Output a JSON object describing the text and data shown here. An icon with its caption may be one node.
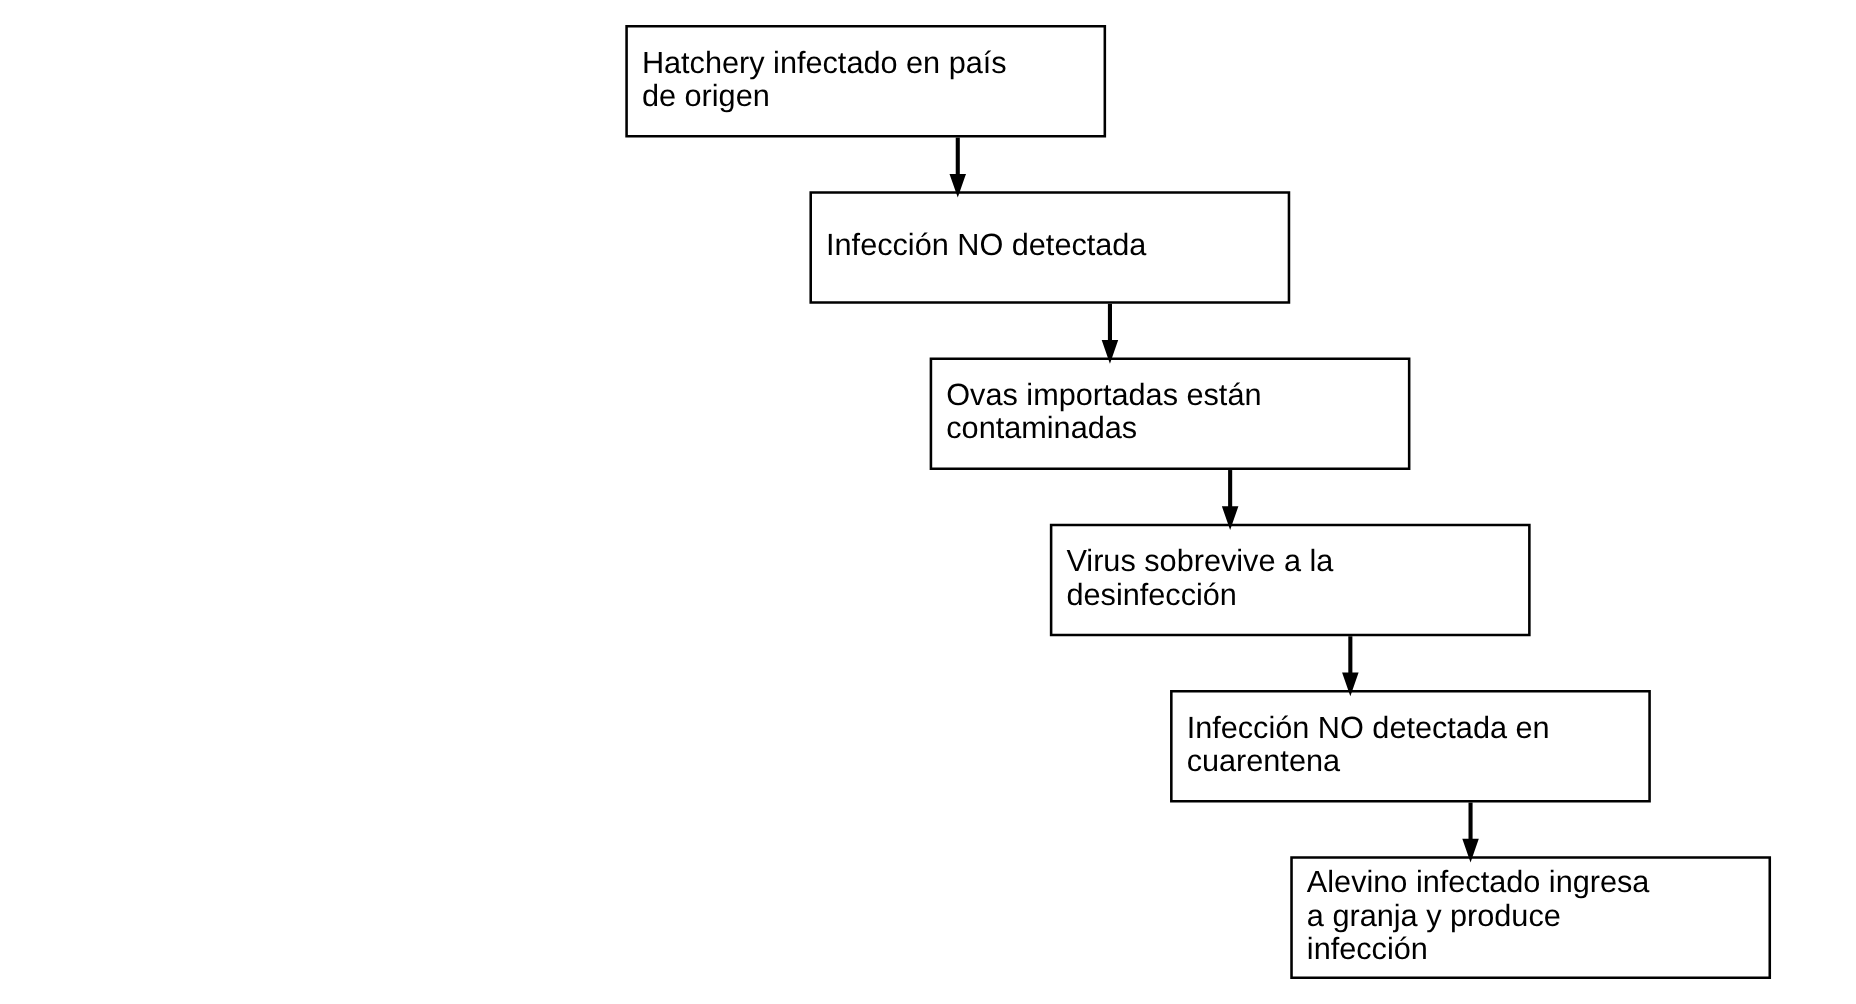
{
  "diagram": {
    "nodes": [
      {
        "text": [
          "Hatchery infectado en país de origen"
        ]
      },
      {
        "text": [
          "Infección NO detectada"
        ]
      },
      {
        "text": [
          "Ovas importadas están contaminadas"
        ]
      },
      {
        "text": [
          "Virus sobrevive a la desinfección"
        ]
      },
      {
        "text": [
          "Infección NO detectada en cuarentena"
        ]
      },
      {
        "text": [
          "Alevino infectado ingresa a granja y produce infección"
        ]
      }
    ],
    "edges": [
      {
        "from": 0,
        "to": 1,
        "arrow": "to"
      },
      {
        "from": 1,
        "to": 2,
        "arrow": "to"
      },
      {
        "from": 2,
        "to": 3,
        "arrow": "to"
      },
      {
        "from": 3,
        "to": 4,
        "arrow": "to"
      },
      {
        "from": 4,
        "to": 5,
        "arrow": "to"
      }
    ]
  }
}
